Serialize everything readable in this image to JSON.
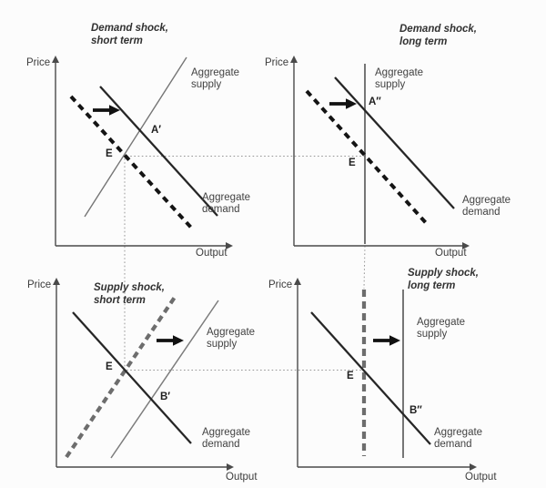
{
  "figure": {
    "background": "#fcfcfc",
    "description_labels_only": true
  },
  "colors": {
    "axis": "#4a4a4a",
    "demand_line": "#262626",
    "demand_shifted_dashed": "#141414",
    "supply_line_gray": "#757575",
    "supply_shifted_dashed_gray": "#6d6d6d",
    "guide_dotted": "#969696",
    "shift_arrow": "#111111",
    "text": "#3d3d3d"
  },
  "panels": {
    "demand_short": {
      "title": "Demand shock,\nshort term",
      "price_label": "Price",
      "output_label": "Output",
      "supply_label": "Aggregate\nsupply",
      "demand_label": "Aggregate\ndemand",
      "initial_point": "E",
      "new_point": "A′"
    },
    "demand_long": {
      "title": "Demand shock,\nlong term",
      "price_label": "Price",
      "output_label": "Output",
      "supply_label": "Aggregate\nsupply",
      "demand_label": "Aggregate\ndemand",
      "initial_point": "E",
      "new_point": "A″"
    },
    "supply_short": {
      "title": "Supply shock,\nshort term",
      "price_label": "Price",
      "output_label": "Output",
      "supply_label": "Aggregate\nsupply",
      "demand_label": "Aggregate\ndemand",
      "initial_point": "E",
      "new_point": "B′"
    },
    "supply_long": {
      "title": "Supply shock,\nlong term",
      "price_label": "Price",
      "output_label": "Output",
      "supply_label": "Aggregate\nsupply",
      "demand_label": "Aggregate\ndemand",
      "initial_point": "E",
      "new_point": "B″"
    }
  }
}
